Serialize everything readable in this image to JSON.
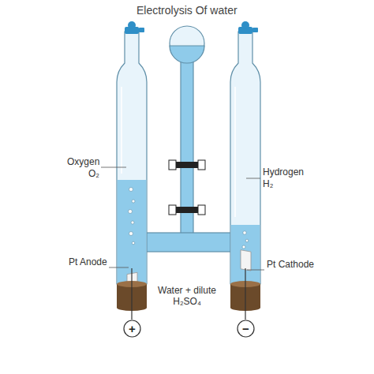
{
  "diagram": {
    "title": "Electrolysis Of water",
    "nodes": [
      {
        "text": [
          "+"
        ]
      },
      {
        "text": [
          "−"
        ]
      }
    ],
    "labels": [
      "Oxygen",
      "O₂",
      "Hydrogen",
      "H₂",
      "Pt Anode",
      "Pt Cathode",
      "Water + dilute H₂SO₄"
    ]
  }
}
